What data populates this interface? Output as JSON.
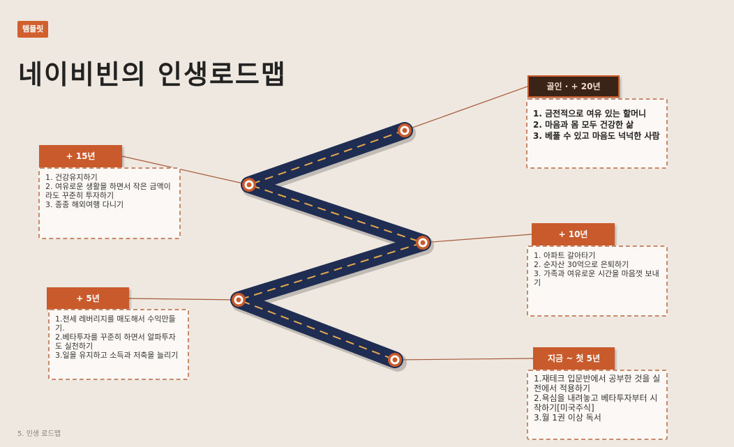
{
  "badge": "템플릿",
  "title": "네이비빈의 인생로드맵",
  "footer": "5. 인생 로드맵",
  "colors": {
    "accent": "#c95a2c",
    "road": "#1f2d52",
    "dash": "#e6a94e",
    "background": "#efe8e1"
  },
  "milestones": {
    "goal": {
      "label": "골인 · + 20년",
      "items": [
        "1. 금전적으로 여유 있는 할머니",
        "2. 마음과 몸 모두 건강한 삶",
        "3. 베풀 수 있고 마음도 넉넉한 사람"
      ]
    },
    "y15": {
      "label": "+ 15년",
      "items": [
        "1. 건강유지하기",
        "2. 여유로운 생활을 하면서 작은 금액이라도 꾸준히 투자하기",
        "3. 종종 해외여행 다니기"
      ]
    },
    "y10": {
      "label": "+ 10년",
      "items": [
        "1. 아파트 갈아타기",
        "2. 순자산 30억으로 은퇴하기",
        "3. 가족과 여유로운 시간을 마음껏 보내기"
      ]
    },
    "y5": {
      "label": "+ 5년",
      "items": [
        "1.전세 레버리지를 매도해서 수익만들기.",
        "2.베타투자를 꾸준히 하면서 알파투자도 실천하기",
        "3.일을 유지하고 소득과 저축을 늘리기"
      ]
    },
    "now": {
      "label": "지금 ~ 첫 5년",
      "items": [
        "1.재테크 입문반에서 공부한 것을 실전에서 적용하기",
        "2.욕심을 내려놓고 베타투자부터 시작하기[미국주식]",
        "3.월 1권 이상 독서"
      ]
    }
  }
}
